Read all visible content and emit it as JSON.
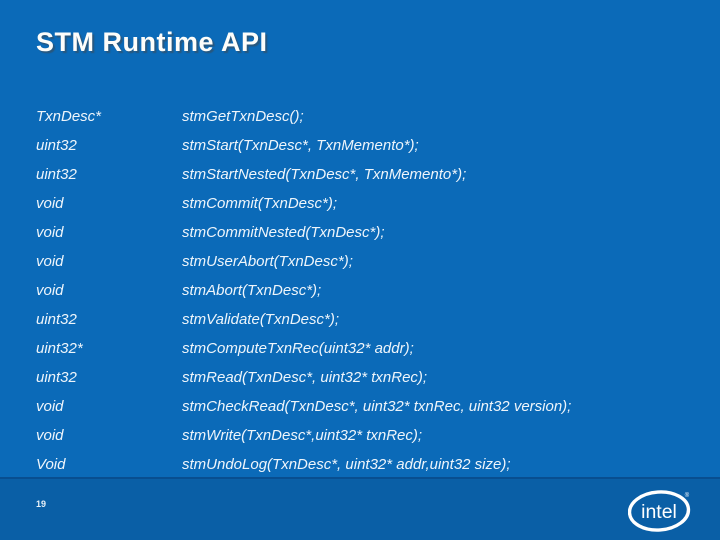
{
  "slide": {
    "title": "STM Runtime API",
    "page_number": "19",
    "colors": {
      "background": "#0b6ab8",
      "footer_background": "#0a5fa6",
      "divider": "#084e90",
      "text": "#eef5fb",
      "title_text": "#fdfdfa"
    },
    "api_table": {
      "rows": [
        {
          "return_type": "TxnDesc*",
          "signature": "stmGetTxnDesc();"
        },
        {
          "return_type": "uint32",
          "signature": "stmStart(TxnDesc*, TxnMemento*);"
        },
        {
          "return_type": "uint32",
          "signature": "stmStartNested(TxnDesc*, TxnMemento*);"
        },
        {
          "return_type": "void",
          "signature": "stmCommit(TxnDesc*);"
        },
        {
          "return_type": "void",
          "signature": "stmCommitNested(TxnDesc*);"
        },
        {
          "return_type": "void",
          "signature": "stmUserAbort(TxnDesc*);"
        },
        {
          "return_type": "void",
          "signature": "stmAbort(TxnDesc*);"
        },
        {
          "return_type": "uint32",
          "signature": "stmValidate(TxnDesc*);"
        },
        {
          "return_type": "uint32*",
          "signature": "stmComputeTxnRec(uint32* addr);"
        },
        {
          "return_type": "uint32",
          "signature": "stmRead(TxnDesc*, uint32* txnRec);"
        },
        {
          "return_type": "void",
          "signature": "stmCheckRead(TxnDesc*, uint32* txnRec, uint32 version);"
        },
        {
          "return_type": "void",
          "signature": "stmWrite(TxnDesc*,uint32* txnRec);"
        },
        {
          "return_type": "Void",
          "signature": "stmUndoLog(TxnDesc*, uint32* addr,uint32 size);"
        }
      ]
    },
    "footer": {
      "logo_icon": "intel-logo",
      "logo_text": "intel",
      "registered_mark": "®"
    }
  }
}
